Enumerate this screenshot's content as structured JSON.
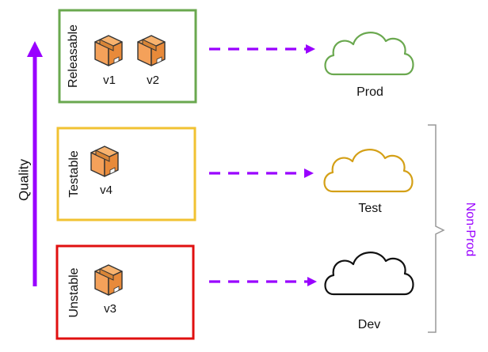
{
  "axis": {
    "label": "Quality"
  },
  "stages": [
    {
      "label": "Releasable",
      "color": "#6aa84f",
      "versions": [
        "v1",
        "v2"
      ],
      "environment": "Prod"
    },
    {
      "label": "Testable",
      "color": "#f1c232",
      "versions": [
        "v4"
      ],
      "environment": "Test"
    },
    {
      "label": "Unstable",
      "color": "#e01010",
      "versions": [
        "v3"
      ],
      "environment": "Dev"
    }
  ],
  "group": {
    "label": "Non-Prod",
    "color": "#9900ff"
  },
  "colors": {
    "arrow": "#9900ff",
    "box_fill": "#f4a15a",
    "box_stroke": "#333333",
    "cloud_prod": "#6aa84f",
    "cloud_test": "#d4a017",
    "cloud_dev": "#111111",
    "bracket": "#999999"
  },
  "icons": {
    "version": "package-box-icon",
    "environment": "cloud-icon"
  }
}
